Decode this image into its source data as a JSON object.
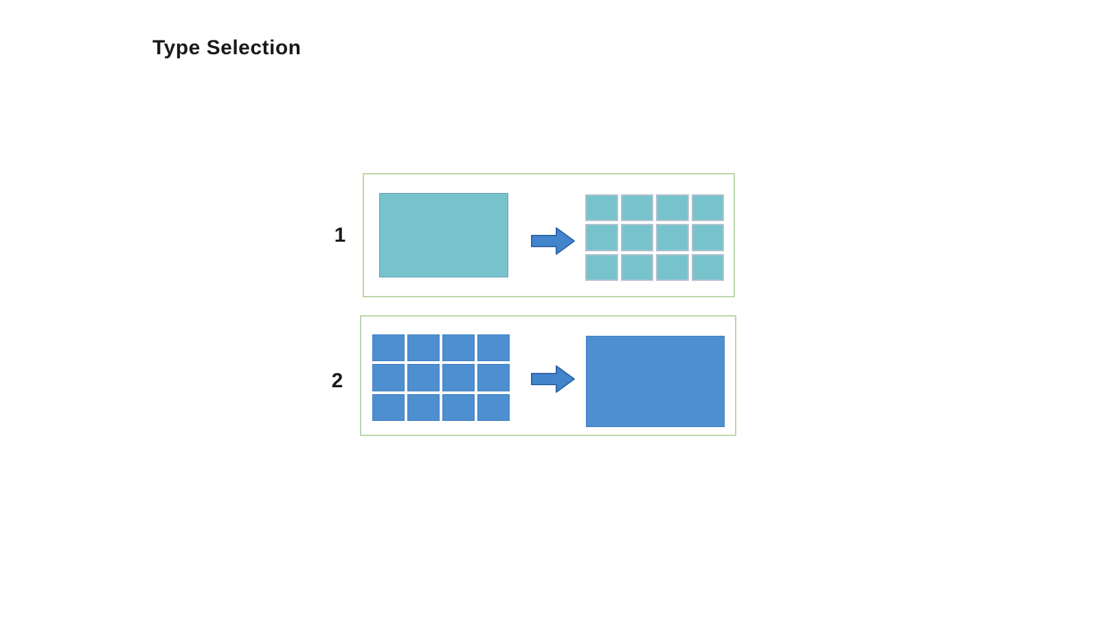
{
  "page": {
    "title": "Type Selection"
  },
  "colors": {
    "page-bg": "#ffffff",
    "text": "#1a1a1a",
    "box-border": "#b9d8aa",
    "teal": "#76c3cc",
    "teal-edge": "#6f9ab8",
    "teal-cell-border": "#b3c2cf",
    "blue": "#4e8fd0",
    "blue-edge": "#3f7ec4",
    "arrow-fill": "#4285cd",
    "arrow-stroke": "#2f66a8"
  },
  "options": [
    {
      "label": "1",
      "left_shape": "single-rectangle",
      "right_shape": "tile-grid",
      "shape_color": "#76c3cc",
      "grid": {
        "rows": 3,
        "cols": 4,
        "cells": 12
      }
    },
    {
      "label": "2",
      "left_shape": "tile-grid",
      "right_shape": "single-rectangle",
      "shape_color": "#4e8fd0",
      "grid": {
        "rows": 3,
        "cols": 4,
        "cells": 12
      }
    }
  ]
}
